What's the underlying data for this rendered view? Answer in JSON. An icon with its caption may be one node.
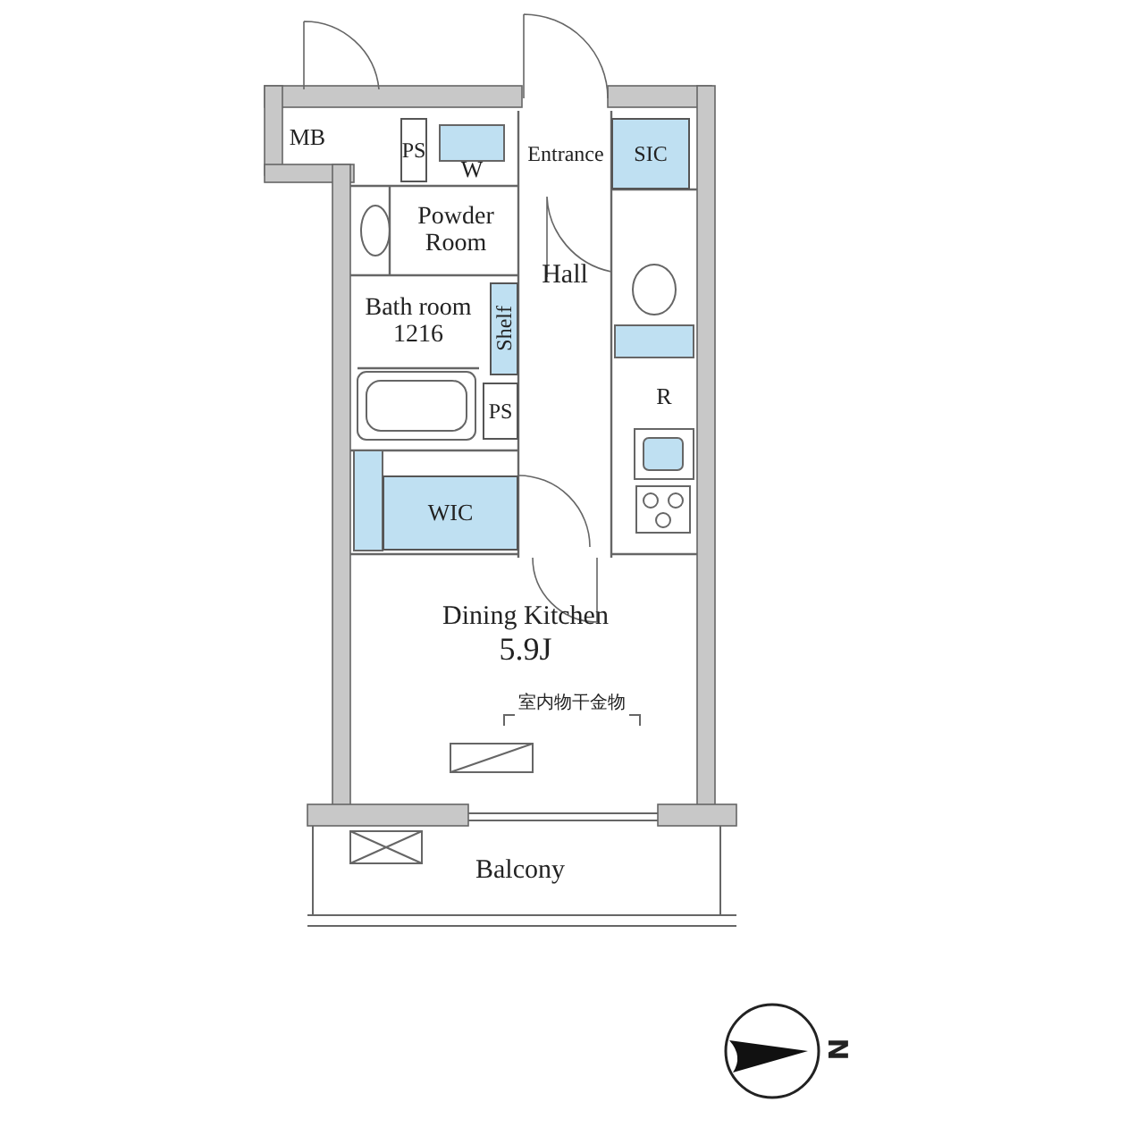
{
  "diagram": {
    "nodes": [
      {
        "text": [
          "MB"
        ]
      },
      {
        "text": [
          "PS"
        ]
      },
      {
        "text": [
          "W"
        ]
      },
      {
        "text": [
          "Entrance"
        ]
      },
      {
        "text": [
          "SIC"
        ]
      },
      {
        "text": [
          "Powder Room"
        ]
      },
      {
        "text": [
          "Hall"
        ]
      },
      {
        "text": [
          "Bath room 1216"
        ]
      },
      {
        "text": [
          "Shelf"
        ]
      },
      {
        "text": [
          "PS"
        ]
      },
      {
        "text": [
          "R"
        ]
      },
      {
        "text": [
          "WIC"
        ]
      },
      {
        "text": [
          "Dining Kitchen",
          "5.9J"
        ]
      },
      {
        "text": [
          "Balcony"
        ]
      }
    ],
    "labels": [
      "室内物干金物",
      "N"
    ]
  }
}
